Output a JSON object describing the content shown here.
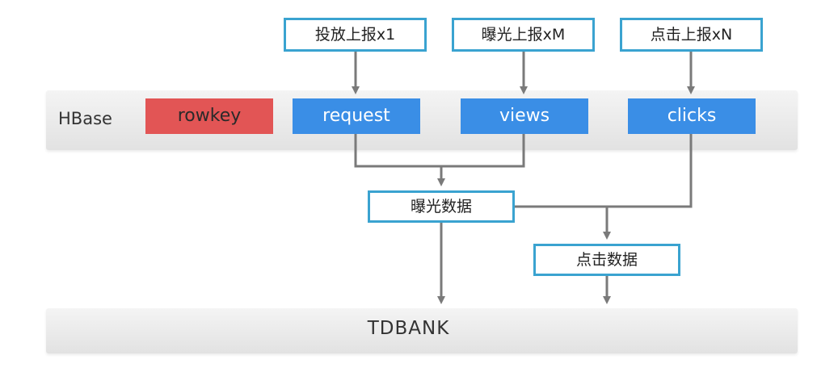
{
  "hbase": {
    "label": "HBase",
    "fields": {
      "rowkey": "rowkey",
      "request": "request",
      "views": "views",
      "clicks": "clicks"
    }
  },
  "reports": {
    "serve": "投放上报x1",
    "impression": "曝光上报xM",
    "click": "点击上报xN"
  },
  "data": {
    "exposure": "曝光数据",
    "click": "点击数据"
  },
  "sink": {
    "label": "TDBANK"
  },
  "colors": {
    "field_blue": "#3a8ee6",
    "rowkey_red": "#e25555",
    "box_border": "#3aa3d0",
    "connector": "#7a7a7a"
  }
}
